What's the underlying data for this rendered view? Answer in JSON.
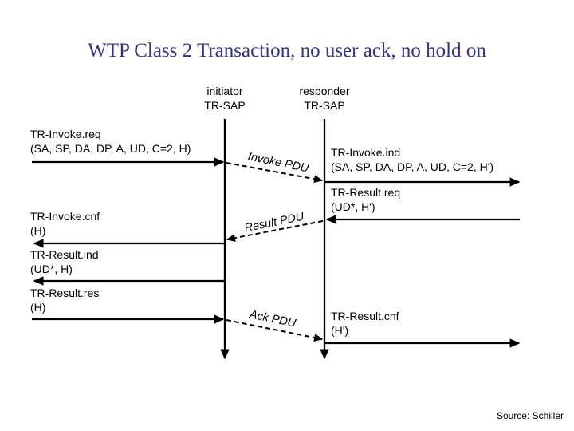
{
  "title": "WTP Class 2 Transaction, no user ack, no hold on",
  "colors": {
    "title": "#333387",
    "diagram_lines": "#000000",
    "background": "#ffffff"
  },
  "lifelines": {
    "initiator": {
      "role": "initiator",
      "sap": "TR-SAP"
    },
    "responder": {
      "role": "responder",
      "sap": "TR-SAP"
    }
  },
  "messages": {
    "left": [
      {
        "name": "TR-Invoke.req",
        "params": "(SA, SP, DA, DP, A, UD, C=2, H)"
      },
      {
        "name": "TR-Invoke.cnf",
        "params": "(H)"
      },
      {
        "name": "TR-Result.ind",
        "params": "(UD*, H)"
      },
      {
        "name": "TR-Result.res",
        "params": "(H)"
      }
    ],
    "right": [
      {
        "name": "TR-Invoke.ind",
        "params": "(SA, SP, DA, DP, A, UD, C=2, H')"
      },
      {
        "name": "TR-Result.req",
        "params": "(UD*, H')"
      },
      {
        "name": "TR-Result.cnf",
        "params": "(H')"
      }
    ]
  },
  "pdus": [
    {
      "label": "Invoke PDU"
    },
    {
      "label": "Result PDU"
    },
    {
      "label": "Ack PDU"
    }
  ],
  "footer": {
    "source": "Source: Schiller"
  }
}
